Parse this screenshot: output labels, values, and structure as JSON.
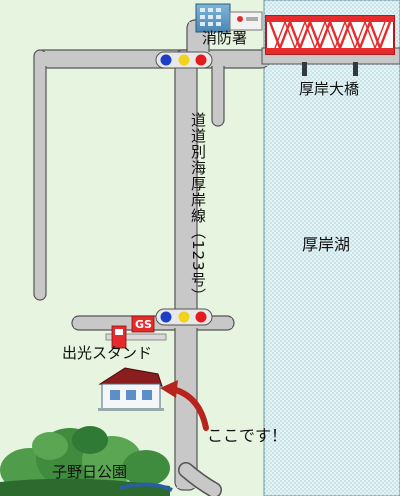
{
  "map": {
    "labels": {
      "fire_station": "消防署",
      "bridge": "厚岸大橋",
      "lake": "厚岸湖",
      "route": "道道別海厚岸線（123号）",
      "gas_station": "出光スタンド",
      "gs_sign": "GS",
      "here": "ここです！",
      "park": "子野日公園"
    },
    "colors": {
      "land": "#e6f4e0",
      "road": "#c8c8c8",
      "road_border": "#555555",
      "lake": "#e2f4f6",
      "bridge": "#e52b2b",
      "arrow": "#b8231d",
      "trees": "#3f8c3f"
    },
    "icons": [
      "fire-station-icon",
      "traffic-light-icon",
      "gas-station-icon",
      "house-icon",
      "arrow-icon",
      "trees-icon"
    ]
  }
}
